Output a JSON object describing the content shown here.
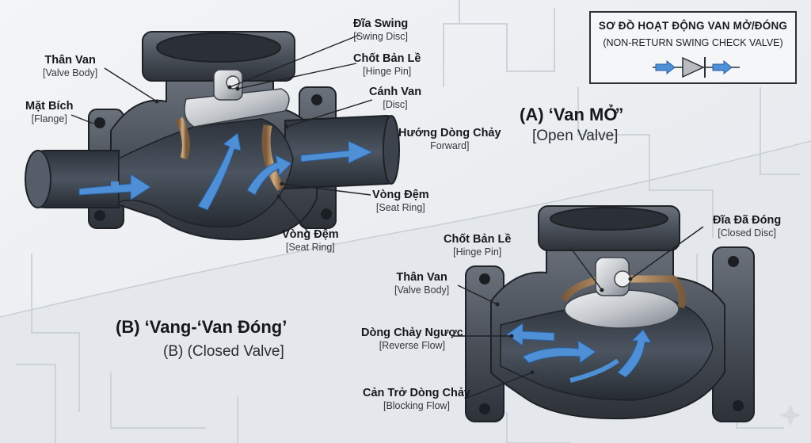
{
  "legend": {
    "title": "SƠ ĐỒ HOẠT ĐỘNG VAN MỞ/ĐÓNG",
    "subtitle": "(NON-RETURN SWING CHECK VALVE)",
    "symbol_icon": "check-valve-symbol"
  },
  "open_valve": {
    "title": "(A) ‘Van MỞ’",
    "subtitle": "[Open Valve]",
    "labels": {
      "swing_disc": {
        "vi": "Đĩa Swing",
        "en": "[Swing Disc]"
      },
      "hinge_pin": {
        "vi": "Chốt Bản Lề",
        "en": "[Hinge Pin]"
      },
      "disc": {
        "vi": "Cánh Van",
        "en": "[Disc]"
      },
      "flow_direction": {
        "vi": "Hướng Dòng Chảy",
        "en": "Forward]"
      },
      "valve_body": {
        "vi": "Thân Van",
        "en": "[Valve Body]"
      },
      "flange": {
        "vi": "Mặt Bích",
        "en": "[Flange]"
      },
      "seat_ring_right": {
        "vi": "Vòng Đệm",
        "en": "[Seat Ring]"
      },
      "seat_ring_bottom": {
        "vi": "Vòng Đệm",
        "en": "[Seat Ring]"
      }
    }
  },
  "closed_valve": {
    "title": "(B) ‘Vang-‘Van Đóng’",
    "subtitle": "(B) (Closed Valve]",
    "labels": {
      "hinge_pin": {
        "vi": "Chốt Bản Lề",
        "en": "[Hinge Pin]"
      },
      "closed_disc": {
        "vi": "Đĩa Đã Đóng",
        "en": "[Closed Disc]"
      },
      "valve_body": {
        "vi": "Thân Van",
        "en": "[Valve Body]"
      },
      "reverse_flow": {
        "vi": "Dòng Chảy Ngược",
        "en": "[Reverse Flow]"
      },
      "blocking_flow": {
        "vi": "Cản Trở Dòng Chảy",
        "en": "[Blocking Flow]"
      }
    }
  },
  "colors": {
    "background": "#eef1f4",
    "body_metal": "#4a5059",
    "body_dark": "#2d3239",
    "interior": "#3a414b",
    "flow_arrow": "#4f8fd6",
    "disc_silver": "#c9ccd0",
    "seat_bronze": "#b08a63"
  }
}
